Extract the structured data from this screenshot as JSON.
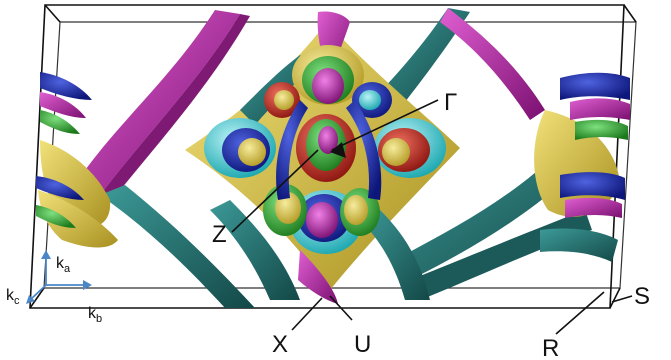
{
  "labels": {
    "gamma": "Γ",
    "z": "Z",
    "x": "X",
    "u": "U",
    "r": "R",
    "s": "S"
  },
  "axes": {
    "ka": {
      "base": "k",
      "sub": "a"
    },
    "kb": {
      "base": "k",
      "sub": "b"
    },
    "kc": {
      "base": "k",
      "sub": "c"
    }
  },
  "colors": {
    "frame": "#111111",
    "axis": "#4a86c8",
    "yellow": "#d9c23a",
    "magenta": "#b41aa6",
    "teal": "#1f6f6e",
    "cyan": "#3fd0d8",
    "blue": "#1a2aa8",
    "green": "#2fa82f",
    "red": "#c4281e"
  }
}
